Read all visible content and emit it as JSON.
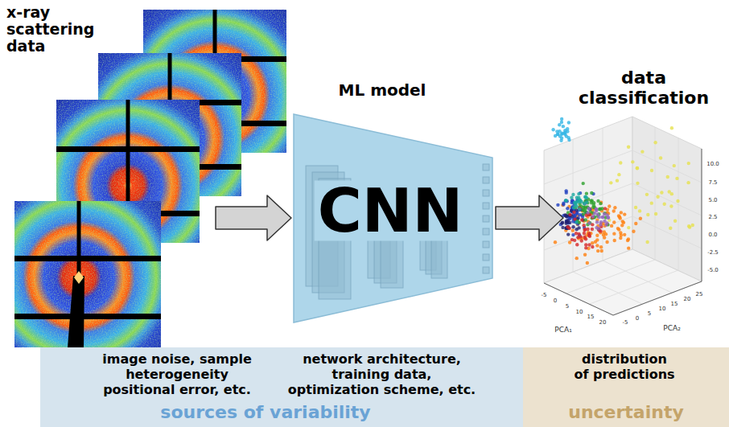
{
  "diagram": {
    "nodes": [
      {
        "text": [
          "x-ray scattering data"
        ]
      },
      {
        "text": [
          "ML model",
          "CNN"
        ]
      },
      {
        "text": [
          "data classification"
        ]
      },
      {
        "text": [
          "image noise, sample heterogeneity positional error, etc.",
          "network architecture, training data, optimization scheme, etc.",
          "sources of variability"
        ]
      },
      {
        "text": [
          "distribution of predictions",
          "uncertainty"
        ]
      }
    ],
    "edges": [
      {
        "from": 0,
        "to": 1,
        "arrow": "to"
      },
      {
        "from": 1,
        "to": 2,
        "arrow": "to"
      }
    ],
    "labels": [
      "-5",
      "0",
      "5",
      "10",
      "15",
      "20",
      "PCA₁",
      "-5",
      "0",
      "5",
      "10",
      "15",
      "20",
      "25",
      "PCA₂",
      "10.0",
      "7.5",
      "5.0",
      "2.5",
      "0.0",
      "-2.5",
      "-5.0"
    ]
  }
}
